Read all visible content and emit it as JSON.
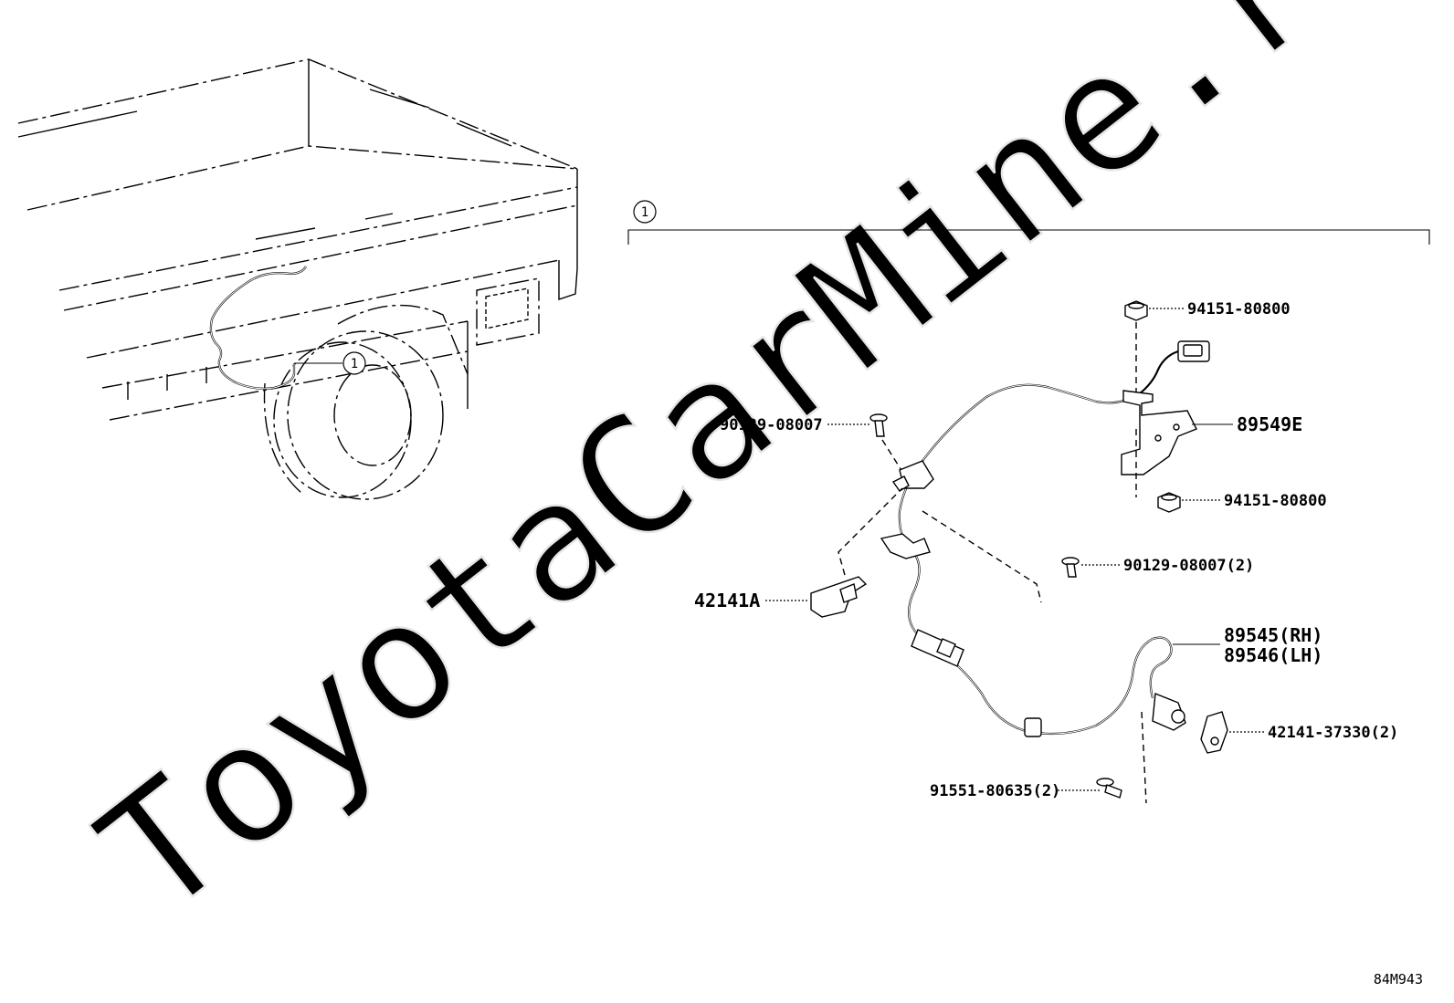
{
  "watermark": "ToyotaCarMine.ru",
  "reference_id": "84M943",
  "callouts": {
    "truck_ref": "1",
    "assembly_ref": "1"
  },
  "parts": {
    "nut_top": "94151-80800",
    "bracket_top": "89549E",
    "nut_bottom": "94151-80800",
    "bolt_upper": "90129-08007",
    "bolt_mid": "90129-08007(2)",
    "clamp_bracket": "42141A",
    "sensor_rh": "89545(RH)",
    "sensor_lh": "89546(LH)",
    "sensor_clamp": "42141-37330(2)",
    "bolt_lower": "91551-80635(2)"
  }
}
